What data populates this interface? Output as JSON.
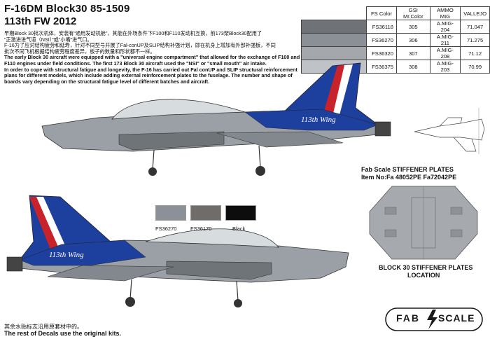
{
  "title": {
    "line1": "F-16DM Block30 85-1509",
    "line2": "113th FW  2012"
  },
  "description": {
    "cn1": "早期Block 30批次机体，安装有“通用发动机舱”，其能在外场条件下F100和F110发动机互换，前173架Block30配用了",
    "cn2": "“正激进进气道（NSI）”或“小嘴”进气口。",
    "cn3": "F-16为了应对结构疲劳和延寿，针对不同型号开展了Fal-conUP及SLIP结构补强计划，即在机身上增加有外部补强板，不同",
    "cn4": "批次不同飞机根据结构疲劳程度差异，板子的数量和形状都不一样。",
    "en1": "The early Block 30 aircraft were equipped with a \"universal engine compartment\" that allowed for the exchange of F100 and F110 engines under field conditions. The first 173 Block 30 aircraft used the \"NSI\" or \"small mouth\" air intake.",
    "en2": "In order to cope with structural fatigue and longevity, the F-16 has carried out Fal conUP and SLIP structural reinforcement plans for different models, which include adding external reinforcement plates to the fuselage. The number and shape of boards vary depending on the structural fatigue level of different batches and aircraft."
  },
  "color_table": {
    "headers": [
      "",
      "FS Color",
      "GSI Mr.Color",
      "AMMO MIG",
      "VALLEJO"
    ],
    "rows": [
      {
        "swatch": "#6f7378",
        "fs": "FS36118",
        "gsi": "305",
        "ammo": "A.MIG-204",
        "vallejo": "71.047"
      },
      {
        "swatch": "#8b9096",
        "fs": "FS36270",
        "gsi": "306",
        "ammo": "A.MIG-211",
        "vallejo": "71.275"
      },
      {
        "swatch": "#a4a8ad",
        "fs": "FS36320",
        "gsi": "307",
        "ammo": "A.MIG-208",
        "vallejo": "71.12"
      },
      {
        "swatch": "#bfc2c6",
        "fs": "FS36375",
        "gsi": "308",
        "ammo": "A.MIG-203",
        "vallejo": "70.99"
      }
    ]
  },
  "swatches": [
    {
      "color": "#8c9198",
      "label": "FS36270"
    },
    {
      "color": "#706c69",
      "label": "FS36170"
    },
    {
      "color": "#0d0d0d",
      "label": "Black"
    }
  ],
  "tail_text": "113th Wing",
  "stiffener": {
    "line1": "Fab Scale  STIFFENER PLATES",
    "line2": "Item No:Fa 48052PE   Fa72042PE",
    "loc1": "BLOCK 30 STIFFENER PLATES",
    "loc2": "LOCATION"
  },
  "footer": {
    "cn": "其余水贴标志沿用原套材中的。",
    "en": "The rest of Decals use the  original kits."
  },
  "logo": {
    "left": "FAB",
    "right": "SCALE"
  },
  "colors": {
    "blue": "#1d3f9e",
    "red": "#c8222a",
    "gray": "#8f959c",
    "dark": "#5f6469"
  }
}
